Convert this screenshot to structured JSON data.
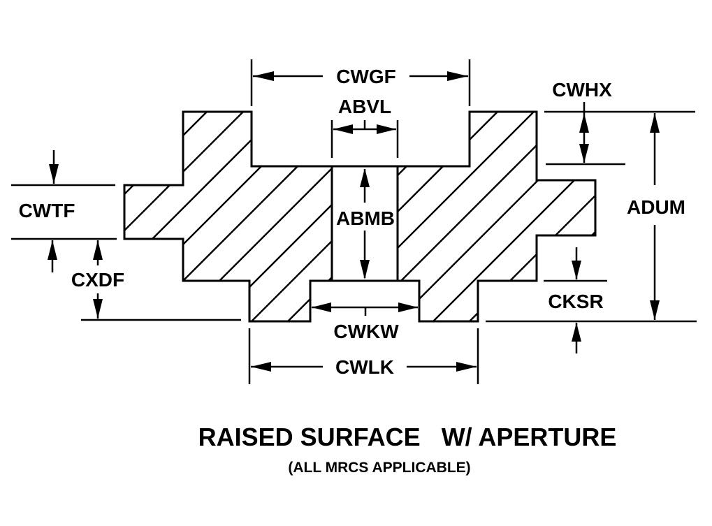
{
  "diagram": {
    "title": "RAISED SURFACE   W/ APERTURE",
    "subtitle": "(ALL MRCS APPLICABLE)",
    "dimensions": {
      "cwgf": "CWGF",
      "abvl": "ABVL",
      "cwhx": "CWHX",
      "adum": "ADUM",
      "cwtf": "CWTF",
      "abmb": "ABMB",
      "cxdf": "CXDF",
      "cksr": "CKSR",
      "cwkw": "CWKW",
      "cwlk": "CWLK"
    },
    "hatch": "diagonal cross-section",
    "colors": {
      "ink": "#000000",
      "paper": "#ffffff"
    }
  }
}
